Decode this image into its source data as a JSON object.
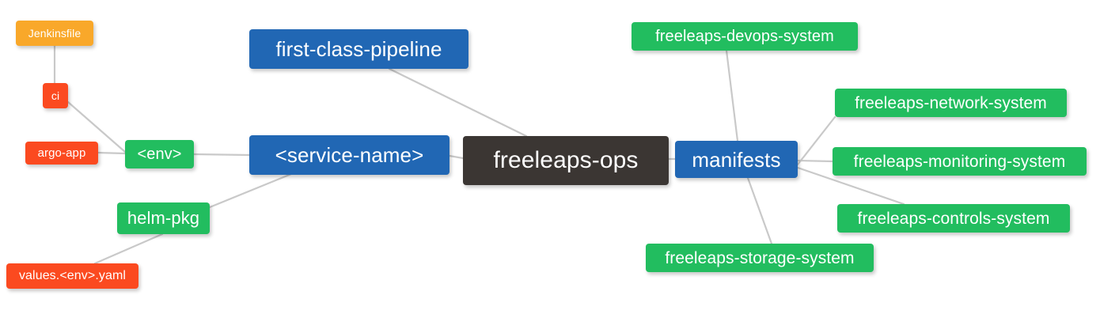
{
  "diagram": {
    "type": "mindmap",
    "title": "freeleaps-ops",
    "background": "#ffffff",
    "edge_color": "#c9c9c9",
    "palette": {
      "root": "#3b3633",
      "blue": "#2167b4",
      "green": "#22bd5f",
      "red": "#fb4a20",
      "orange": "#f9a82a"
    }
  },
  "nodes": {
    "root": {
      "label": "freeleaps-ops",
      "color": "#3b3633",
      "font_size": "30px"
    },
    "service_name": {
      "label": "<service-name>",
      "color": "#2167b4",
      "font_size": "26px"
    },
    "first_class_pipeline": {
      "label": "first-class-pipeline",
      "color": "#2167b4",
      "font_size": "26px"
    },
    "manifests": {
      "label": "manifests",
      "color": "#2167b4",
      "font_size": "26px"
    },
    "env": {
      "label": "<env>",
      "color": "#22bd5f",
      "font_size": "20px"
    },
    "helm_pkg": {
      "label": "helm-pkg",
      "color": "#22bd5f",
      "font_size": "22px"
    },
    "jenkinsfile": {
      "label": "Jenkinsfile",
      "color": "#f9a82a",
      "font_size": "14px"
    },
    "ci": {
      "label": "ci",
      "color": "#fb4a20",
      "font_size": "14px"
    },
    "argo_app": {
      "label": "argo-app",
      "color": "#fb4a20",
      "font_size": "15px"
    },
    "values_yaml": {
      "label": "values.<env>.yaml",
      "color": "#fb4a20",
      "font_size": "16px"
    },
    "devops_system": {
      "label": "freeleaps-devops-system",
      "color": "#22bd5f",
      "font_size": "20px"
    },
    "network_system": {
      "label": "freeleaps-network-system",
      "color": "#22bd5f",
      "font_size": "21px"
    },
    "monitoring_system": {
      "label": "freeleaps-monitoring-system",
      "color": "#22bd5f",
      "font_size": "21px"
    },
    "controls_system": {
      "label": "freeleaps-controls-system",
      "color": "#22bd5f",
      "font_size": "21px"
    },
    "storage_system": {
      "label": "freeleaps-storage-system",
      "color": "#22bd5f",
      "font_size": "21px"
    }
  },
  "edges": [
    {
      "from": "root",
      "to": "first_class_pipeline"
    },
    {
      "from": "root",
      "to": "service_name"
    },
    {
      "from": "root",
      "to": "manifests"
    },
    {
      "from": "service_name",
      "to": "env"
    },
    {
      "from": "service_name",
      "to": "helm_pkg"
    },
    {
      "from": "env",
      "to": "argo_app"
    },
    {
      "from": "env",
      "to": "ci"
    },
    {
      "from": "ci",
      "to": "jenkinsfile"
    },
    {
      "from": "helm_pkg",
      "to": "values_yaml"
    },
    {
      "from": "manifests",
      "to": "devops_system"
    },
    {
      "from": "manifests",
      "to": "network_system"
    },
    {
      "from": "manifests",
      "to": "monitoring_system"
    },
    {
      "from": "manifests",
      "to": "controls_system"
    },
    {
      "from": "manifests",
      "to": "storage_system"
    }
  ]
}
